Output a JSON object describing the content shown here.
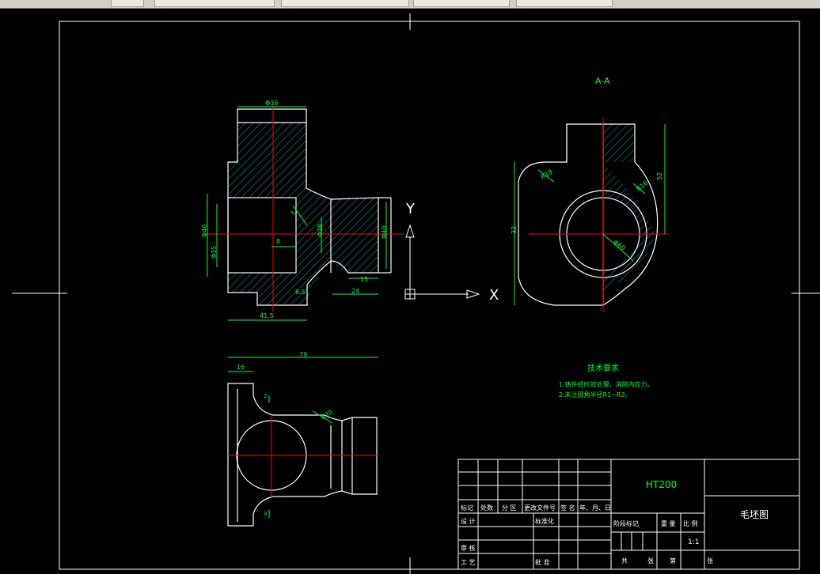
{
  "drawing": {
    "section_label": "A-A",
    "material": "HT200",
    "part_name": "毛坯图",
    "scale": "1:1",
    "tech_title": "技术要求",
    "tech_notes": [
      "1.铸件经时效处理，消除内应力。",
      "2.未注圆角半径R1~R3。"
    ]
  },
  "axes": {
    "y": "Y",
    "x": "X"
  },
  "dims": {
    "d36": "Φ36",
    "d46": "Φ46",
    "d35": "Φ35",
    "d40": "Φ40",
    "d20": "Φ20",
    "r8": "8",
    "r6_5": "6.5",
    "d15": "15",
    "d24": "24",
    "d41_5": "41.5",
    "d79": "79",
    "d16": "16",
    "r19": "R19",
    "r20": "R20",
    "r16": "R16",
    "d32": "32",
    "d52": "52",
    "d60": "Φ60",
    "d2": "2",
    "d3": "3"
  },
  "title_block": {
    "h_mark": "标记",
    "h_count": "处数",
    "h_zone": "分 区",
    "h_docno": "更改文件号",
    "h_sign": "签 名",
    "h_date": "年、月、日",
    "design": "设 计",
    "standard": "标准化",
    "stage": "阶段标记",
    "weight": "重 量",
    "ratio": "比 例",
    "review": "审 核",
    "craft": "工 艺",
    "approve": "批 准",
    "total": "共",
    "sheets": "张",
    "page": "第",
    "sheet2": "张"
  },
  "colors": {
    "background": "#000000",
    "line": "#ffffff",
    "dimension": "#00ff33",
    "center": "#ff0000",
    "hatch": "#00aaaa"
  }
}
